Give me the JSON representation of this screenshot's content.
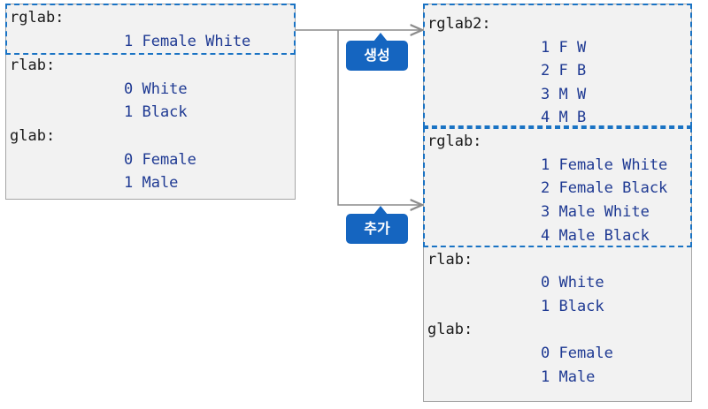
{
  "left_box": {
    "lines": [
      {
        "text": "rglab:",
        "kind": "name"
      },
      {
        "text": "1 Female White",
        "kind": "val"
      },
      {
        "text": "rlab:",
        "kind": "name"
      },
      {
        "text": "0 White",
        "kind": "val"
      },
      {
        "text": "1 Black",
        "kind": "val"
      },
      {
        "text": "glab:",
        "kind": "name"
      },
      {
        "text": "0 Female",
        "kind": "val"
      },
      {
        "text": "1 Male",
        "kind": "val"
      }
    ]
  },
  "right_box": {
    "lines": [
      {
        "text": "rglab2:",
        "kind": "name"
      },
      {
        "text": "1 F W",
        "kind": "val"
      },
      {
        "text": "2 F B",
        "kind": "val"
      },
      {
        "text": "3 M W",
        "kind": "val"
      },
      {
        "text": "4 M B",
        "kind": "val"
      },
      {
        "text": "rglab:",
        "kind": "name"
      },
      {
        "text": "1 Female White",
        "kind": "val"
      },
      {
        "text": "2 Female Black",
        "kind": "val"
      },
      {
        "text": "3 Male White",
        "kind": "val"
      },
      {
        "text": "4 Male Black",
        "kind": "val"
      },
      {
        "text": "rlab:",
        "kind": "name"
      },
      {
        "text": "0 White",
        "kind": "val"
      },
      {
        "text": "1 Black",
        "kind": "val"
      },
      {
        "text": "glab:",
        "kind": "name"
      },
      {
        "text": "0 Female",
        "kind": "val"
      },
      {
        "text": "1 Male",
        "kind": "val"
      }
    ]
  },
  "badges": {
    "create": "생성",
    "add": "추가"
  },
  "colors": {
    "accent": "#1565c0",
    "dashed_border": "#1a73c4",
    "value_text": "#1f3a93",
    "box_bg": "#f2f2f2"
  }
}
